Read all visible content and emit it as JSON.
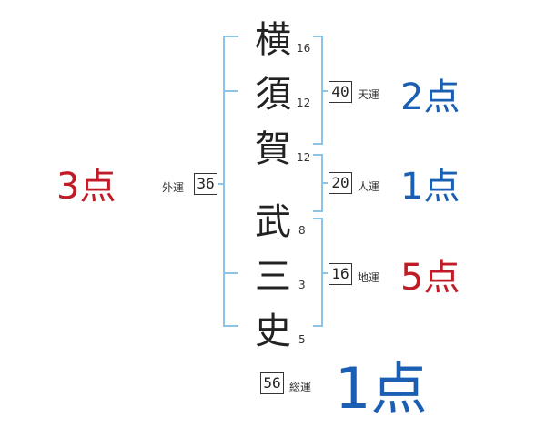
{
  "name_chars": [
    {
      "char": "横",
      "strokes": "16"
    },
    {
      "char": "須",
      "strokes": "12"
    },
    {
      "char": "賀",
      "strokes": "12"
    },
    {
      "char": "武",
      "strokes": "8"
    },
    {
      "char": "三",
      "strokes": "3"
    },
    {
      "char": "史",
      "strokes": "5"
    }
  ],
  "fortunes": {
    "tenun": {
      "value": "40",
      "label": "天運",
      "score": "2点",
      "color": "#1a5fb4"
    },
    "jinun": {
      "value": "20",
      "label": "人運",
      "score": "1点",
      "color": "#1a5fb4"
    },
    "chiun": {
      "value": "16",
      "label": "地運",
      "score": "5点",
      "color": "#c01c28"
    },
    "gaiun": {
      "value": "36",
      "label": "外運",
      "score": "3点",
      "color": "#c01c28"
    },
    "souun": {
      "value": "56",
      "label": "総運",
      "score": "1点",
      "color": "#1a5fb4"
    }
  },
  "colors": {
    "bracket": "#8ec3e6"
  }
}
